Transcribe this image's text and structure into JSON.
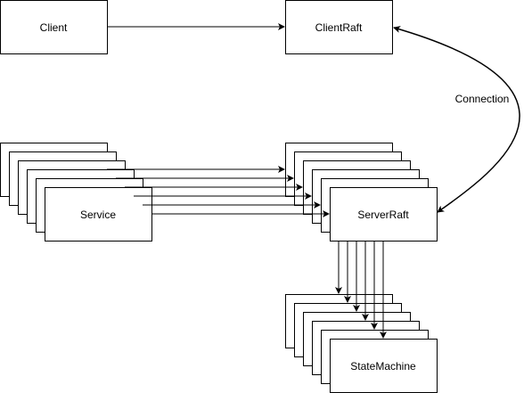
{
  "labels": {
    "client": "Client",
    "client_raft": "ClientRaft",
    "connection": "Connection",
    "service": "Service",
    "server_raft": "ServerRaft",
    "state_machine": "StateMachine"
  },
  "colors": {
    "stroke": "#000000",
    "fill": "#ffffff",
    "background": "#ffffff"
  }
}
